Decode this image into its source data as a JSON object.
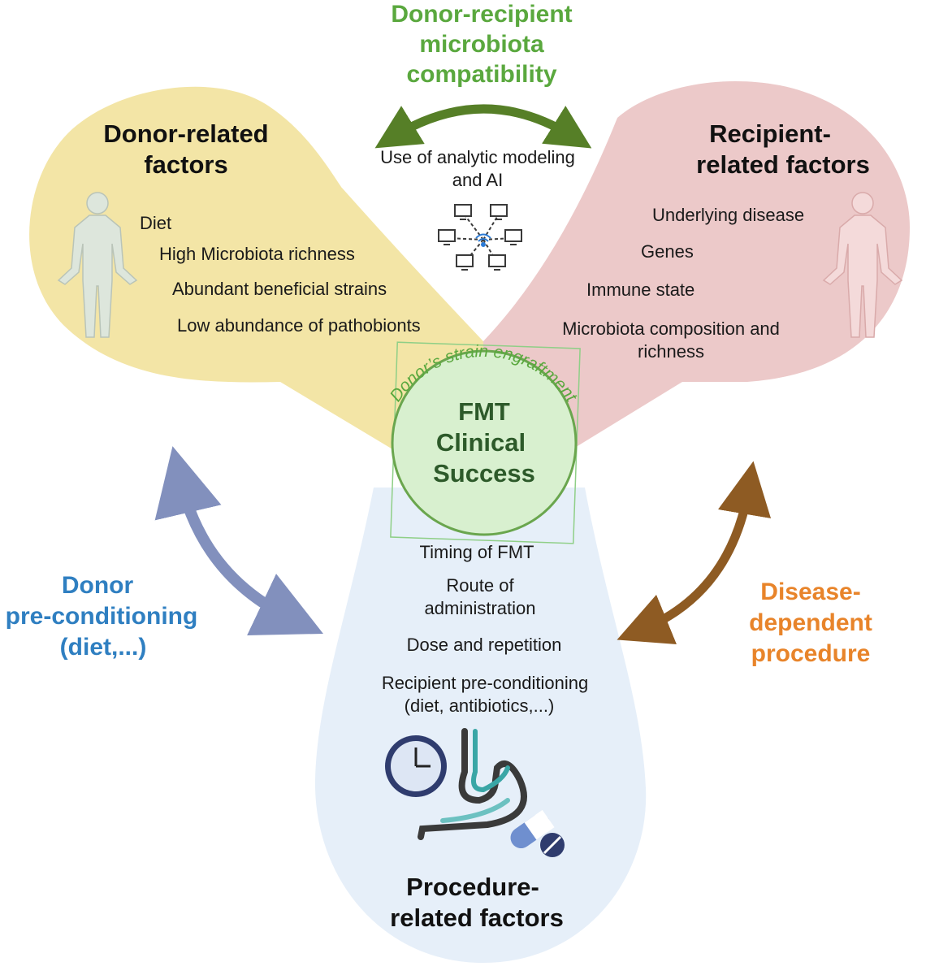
{
  "top": {
    "title_line1": "Donor-recipient",
    "title_line2": "microbiota",
    "title_line3": "compatibility",
    "ai_line1": "Use of analytic modeling",
    "ai_line2": "and AI"
  },
  "donor": {
    "title_line1": "Donor-related",
    "title_line2": "factors",
    "items": [
      "Diet",
      "High Microbiota richness",
      "Abundant beneficial strains",
      "Low abundance of pathobionts"
    ]
  },
  "recipient": {
    "title_line1": "Recipient-",
    "title_line2": "related factors",
    "items": [
      "Underlying disease",
      "Genes",
      "Immune state"
    ],
    "item4_line1": "Microbiota composition and",
    "item4_line2": "richness"
  },
  "center": {
    "arc_label": "Donor’s strain engraftment",
    "line1": "FMT",
    "line2": "Clinical",
    "line3": "Success"
  },
  "procedure": {
    "item1": "Timing of FMT",
    "item2_line1": "Route of",
    "item2_line2": "administration",
    "item3": "Dose and repetition",
    "item4_line1": "Recipient pre-conditioning",
    "item4_line2": "(diet, antibiotics,...)",
    "title_line1": "Procedure-",
    "title_line2": "related factors"
  },
  "left_side": {
    "line1": "Donor",
    "line2": "pre-conditioning",
    "line3": "(diet,...)"
  },
  "right_side": {
    "line1": "Disease-",
    "line2": "dependent",
    "line3": "procedure"
  },
  "colors": {
    "donor_fill": "#f3e5a6",
    "recipient_fill": "#ecc9c9",
    "procedure_fill": "#e6eff9",
    "center_fill": "#d8f0cf",
    "green_text": "#5aa83e",
    "blue_text": "#2f7fc1",
    "orange_text": "#e8842a",
    "blue_arrow": "#8290bd",
    "brown_arrow": "#8e5b23",
    "green_arrow": "#567f27"
  },
  "icons": [
    "human-figure-icon",
    "network-icon",
    "clock-icon",
    "stomach-icon",
    "pill-icon"
  ]
}
